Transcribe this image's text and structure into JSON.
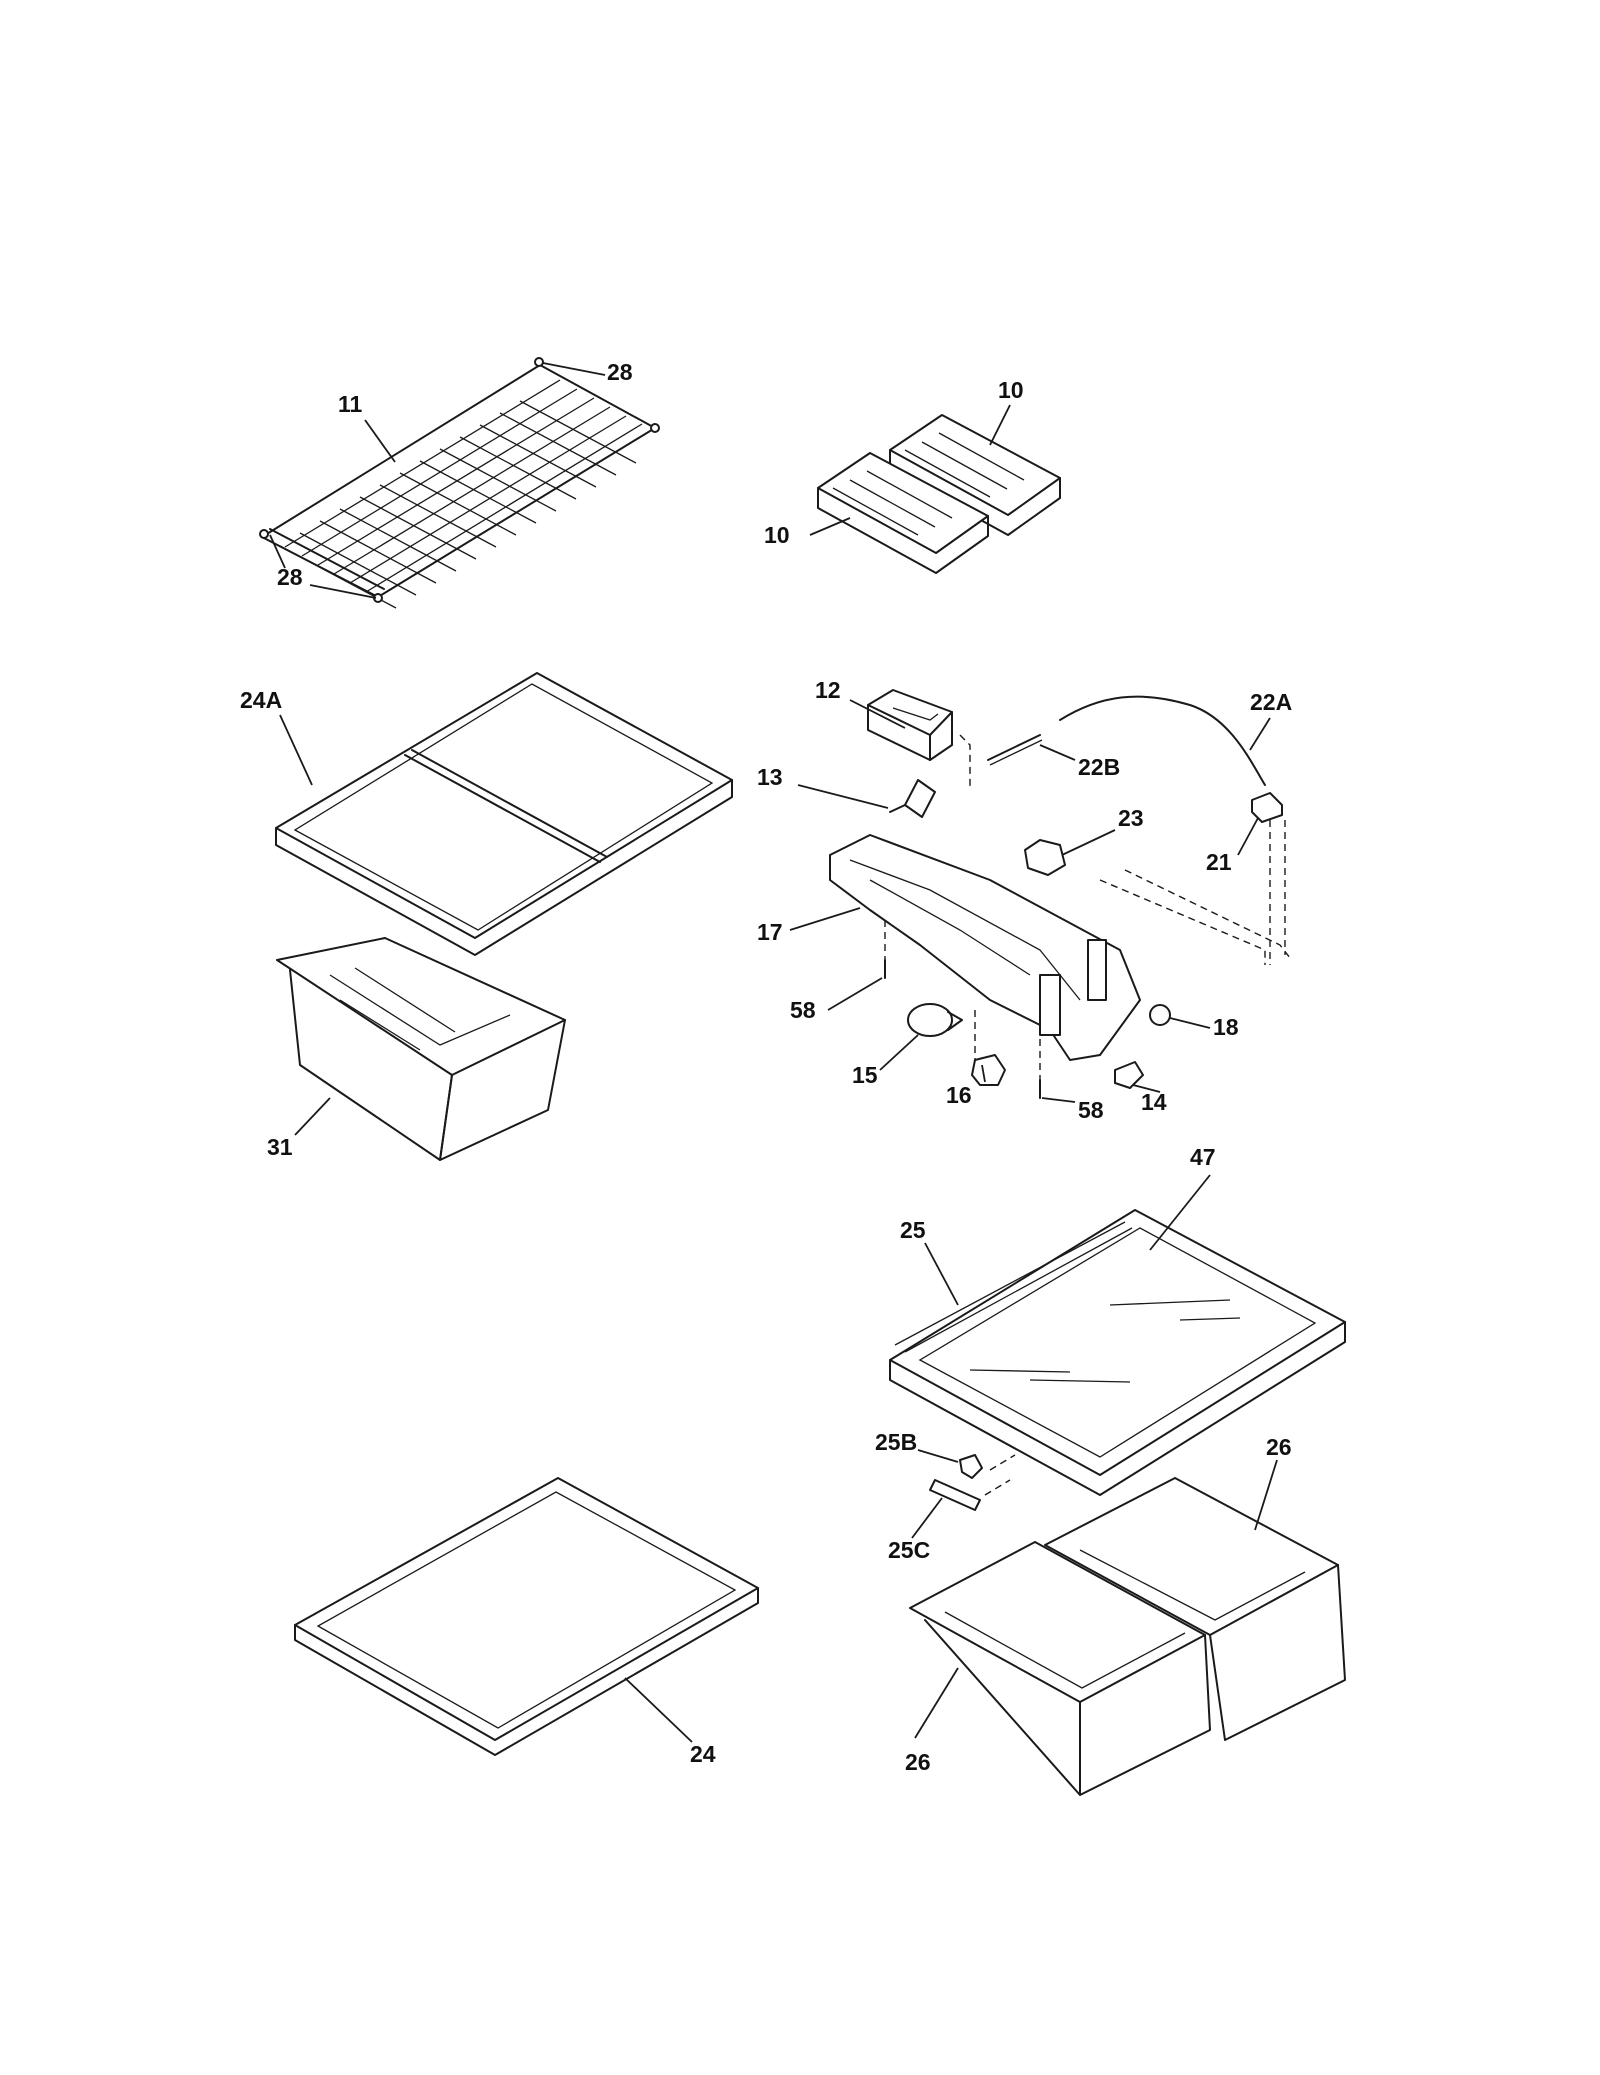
{
  "callouts": {
    "c28a": "28",
    "c11": "11",
    "c28b": "28",
    "c10a": "10",
    "c10b": "10",
    "c24A": "24A",
    "c12": "12",
    "c22A": "22A",
    "c22B": "22B",
    "c13": "13",
    "c23": "23",
    "c21": "21",
    "c17": "17",
    "c58a": "58",
    "c18": "18",
    "c15": "15",
    "c16": "16",
    "c58b": "58",
    "c14": "14",
    "c31": "31",
    "c47": "47",
    "c25": "25",
    "c25B": "25B",
    "c26a": "26",
    "c25C": "25C",
    "c24": "24",
    "c26b": "26"
  }
}
